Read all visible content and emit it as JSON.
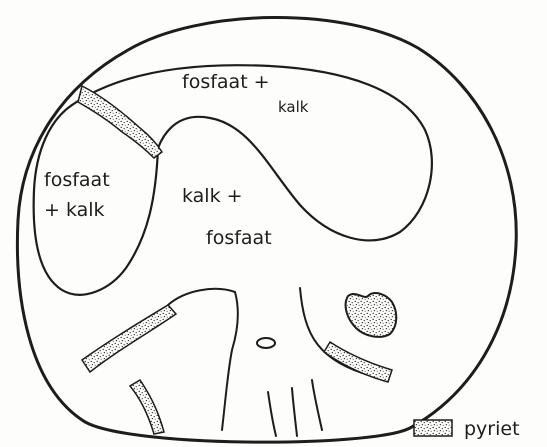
{
  "labels": {
    "upper_region_line1": "fosfaat +",
    "upper_region_line2": "kalk",
    "left_region_line1": "fosfaat",
    "left_region_line2": "+ kalk",
    "center_region_line1": "kalk +",
    "center_region_line2": "fosfaat"
  },
  "legend": {
    "label": "pyriet",
    "swatch": "stippled"
  },
  "colors": {
    "ink": "#1d1d1d",
    "paper": "#fdfdfb"
  }
}
